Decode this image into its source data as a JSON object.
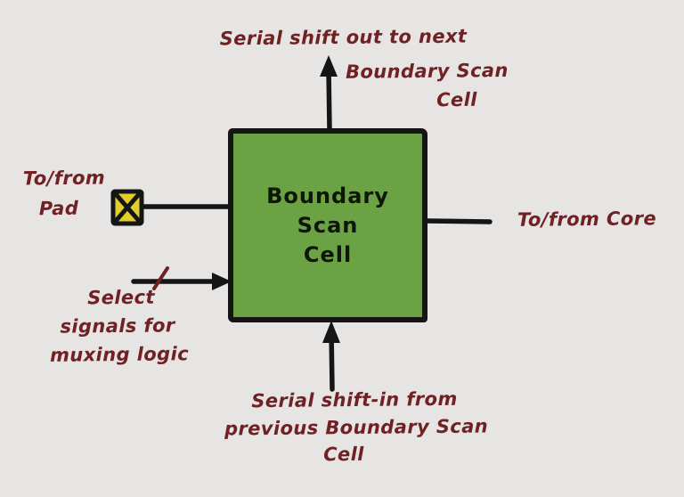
{
  "colors": {
    "background": "#e6e5e3",
    "ink": "#151515",
    "label": "#6f2124",
    "box-fill": "#6ba344",
    "box-text": "#0d1607",
    "pad-fill": "#e0cf2b"
  },
  "box": {
    "lines": [
      "Boundary",
      "Scan",
      "Cell"
    ]
  },
  "labels": {
    "serial_out": {
      "lines": [
        "Serial shift out to next",
        "Boundary Scan",
        "Cell"
      ]
    },
    "pad": {
      "lines": [
        "To/from",
        "Pad"
      ]
    },
    "core": {
      "text": "To/from Core"
    },
    "select": {
      "lines": [
        "Select",
        "signals for",
        "muxing logic"
      ]
    },
    "serial_in": {
      "lines": [
        "Serial shift-in from",
        "previous Boundary Scan",
        "Cell"
      ]
    }
  },
  "icons": {
    "pad_symbol": "crossed-square-icon"
  }
}
